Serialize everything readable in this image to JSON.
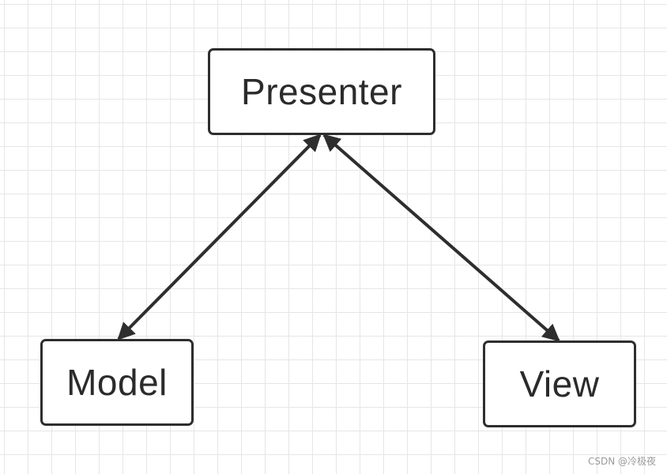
{
  "diagram": {
    "nodes": {
      "presenter": "Presenter",
      "model": "Model",
      "view": "View"
    },
    "edges": [
      {
        "from": "Presenter",
        "to": "Model",
        "direction": "bidirectional"
      },
      {
        "from": "Presenter",
        "to": "View",
        "direction": "bidirectional"
      }
    ],
    "line_color": "#2e2e2e",
    "grid_color": "#e6e6e6"
  },
  "watermark": "CSDN @冷极夜"
}
